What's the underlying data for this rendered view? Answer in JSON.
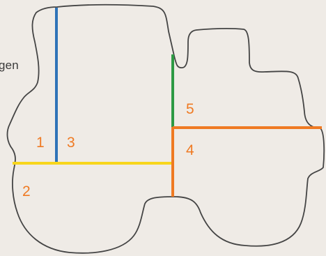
{
  "side_text": "gen",
  "regions": [
    {
      "label": "1"
    },
    {
      "label": "3"
    },
    {
      "label": "2"
    },
    {
      "label": "4"
    },
    {
      "label": "5"
    }
  ],
  "colors": {
    "background": "#efebe6",
    "outline": "#444444",
    "blue_line": "#2f73b8",
    "yellow_line": "#f8d61c",
    "green_line": "#2e9a44",
    "orange_line": "#ef7a23",
    "number_text": "#ef7a23"
  }
}
